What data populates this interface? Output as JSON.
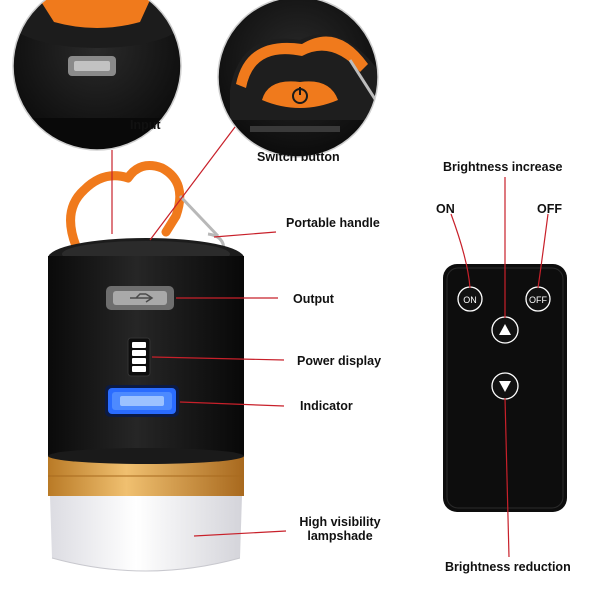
{
  "labels": {
    "input": "Input",
    "switch_button": "Switch button",
    "portable_handle": "Portable handle",
    "output": "Output",
    "power_display": "Power display",
    "indicator": "Indicator",
    "lampshade_line1": "High visibility",
    "lampshade_line2": "lampshade",
    "brightness_increase": "Brightness increase",
    "on": "ON",
    "off": "OFF",
    "brightness_reduction": "Brightness reduction"
  },
  "remote": {
    "on_button": "ON",
    "off_button": "OFF"
  },
  "colors": {
    "lamp_body": "#141414",
    "accent_orange": "#f07a1c",
    "gold_band": "#d89a3c",
    "lampshade": "#f2f2f4",
    "indicator_blue": "#2a6cff",
    "callout_line": "#c8202a",
    "remote_body": "#0d0d0d"
  }
}
